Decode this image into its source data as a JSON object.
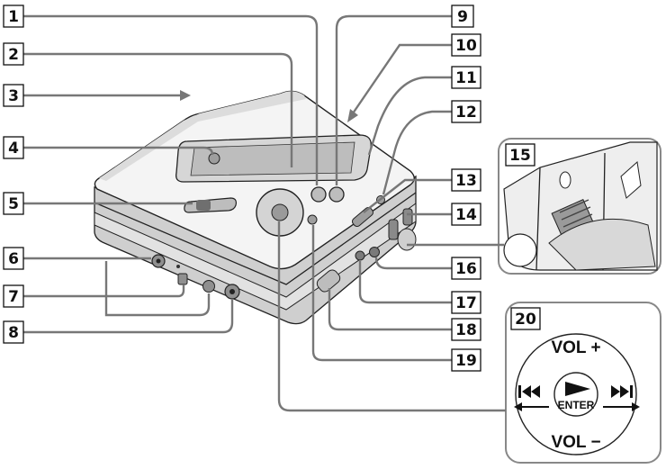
{
  "callouts": [
    {
      "id": "1",
      "label": "1"
    },
    {
      "id": "2",
      "label": "2"
    },
    {
      "id": "3",
      "label": "3"
    },
    {
      "id": "4",
      "label": "4"
    },
    {
      "id": "5",
      "label": "5"
    },
    {
      "id": "6",
      "label": "6"
    },
    {
      "id": "7",
      "label": "7"
    },
    {
      "id": "8",
      "label": "8"
    },
    {
      "id": "9",
      "label": "9"
    },
    {
      "id": "10",
      "label": "10"
    },
    {
      "id": "11",
      "label": "11"
    },
    {
      "id": "12",
      "label": "12"
    },
    {
      "id": "13",
      "label": "13"
    },
    {
      "id": "14",
      "label": "14"
    },
    {
      "id": "15",
      "label": "15"
    },
    {
      "id": "16",
      "label": "16"
    },
    {
      "id": "17",
      "label": "17"
    },
    {
      "id": "18",
      "label": "18"
    },
    {
      "id": "19",
      "label": "19"
    },
    {
      "id": "20",
      "label": "20"
    }
  ],
  "control_inset": {
    "vol_up": "VOL +",
    "vol_down": "VOL −",
    "enter": "ENTER"
  }
}
